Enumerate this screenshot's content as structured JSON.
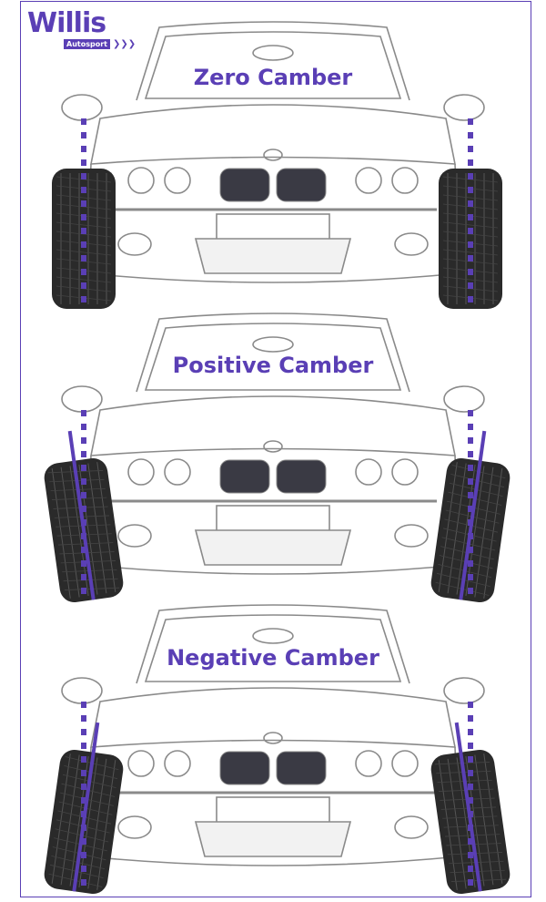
{
  "logo": {
    "brand": "Willis",
    "sub": "Autosport",
    "arrows": "❯❯❯"
  },
  "colors": {
    "accent": "#5a3fb5",
    "outline": "#8a8a8a",
    "tyre": "#2a2a2a"
  },
  "panels": [
    {
      "title": "Zero Camber",
      "camber_deg": 0
    },
    {
      "title": "Positive Camber",
      "camber_deg": 8
    },
    {
      "title": "Negative Camber",
      "camber_deg": -8
    }
  ]
}
